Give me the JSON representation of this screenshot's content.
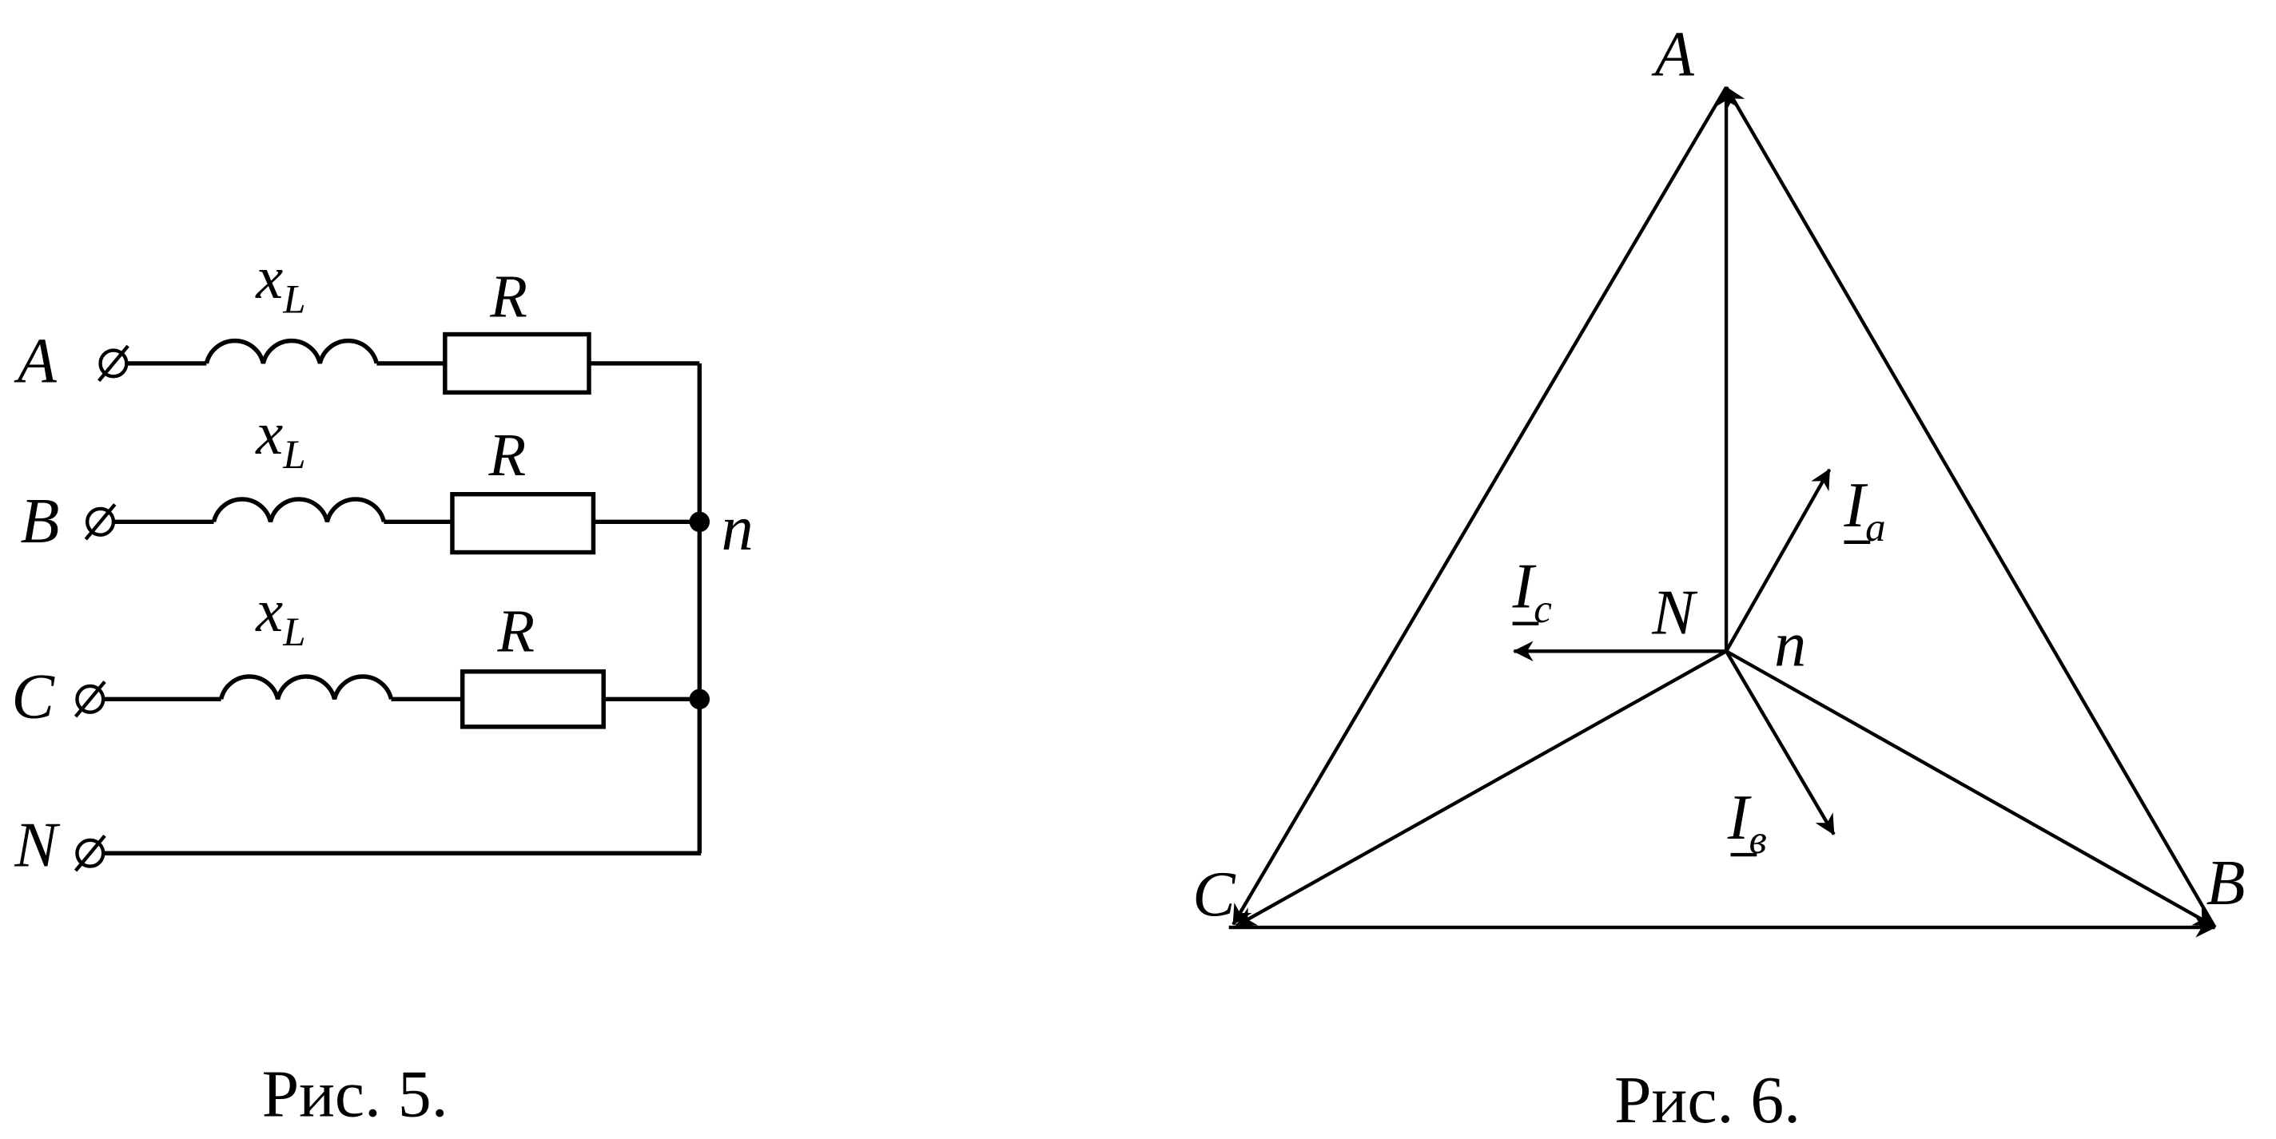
{
  "fig5": {
    "terminals": [
      "A",
      "B",
      "C",
      "N"
    ],
    "inductor_label": {
      "main": "x",
      "sub": "L"
    },
    "resistor_label": "R",
    "node_label": "n",
    "caption": "Рис. 5."
  },
  "fig6": {
    "vertices": {
      "A": "A",
      "B": "B",
      "C": "C"
    },
    "neutral_label": "N",
    "node_label": "n",
    "currents": {
      "a": {
        "main": "I",
        "sub": "a"
      },
      "b": {
        "main": "I",
        "sub": "в"
      },
      "c": {
        "main": "I",
        "sub": "c"
      }
    },
    "caption": "Рис. 6."
  }
}
